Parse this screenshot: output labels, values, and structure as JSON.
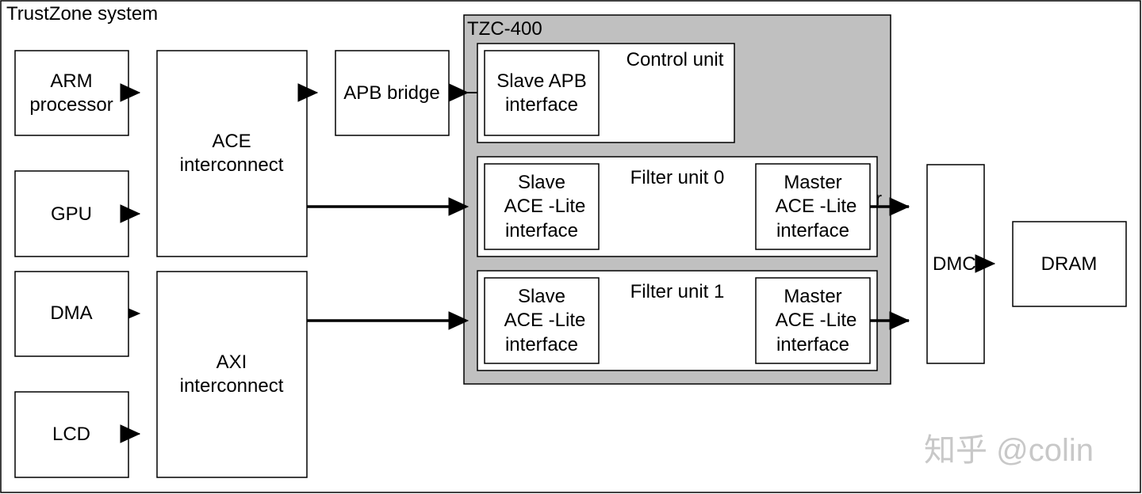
{
  "diagram": {
    "system_title": "TrustZone system",
    "tzc_title": "TZC-400",
    "blocks": {
      "arm": [
        "ARM",
        "processor"
      ],
      "gpu": "GPU",
      "dma": "DMA",
      "lcd": "LCD",
      "ace": [
        "ACE",
        "interconnect"
      ],
      "axi": [
        "AXI",
        "interconnect"
      ],
      "apb_bridge": "APB bridge",
      "control_unit": "Control unit",
      "slave_apb": [
        "Slave APB",
        "interface"
      ],
      "filter0": "Filter unit 0",
      "filter1": "Filter unit 1",
      "slave_ace_lite": [
        "Slave",
        "ACE -Lite",
        "interface"
      ],
      "master_ace_lite": [
        "Master",
        "ACE -Lite",
        "interface"
      ],
      "dmc": "DMC",
      "dram": "DRAM",
      "stray_char": "r"
    },
    "watermark": "知乎 @colin",
    "colors": {
      "tzc_fill": "#c0c0c0",
      "stroke": "#000000",
      "box_fill": "#ffffff",
      "watermark": "#c8c8c8"
    }
  }
}
